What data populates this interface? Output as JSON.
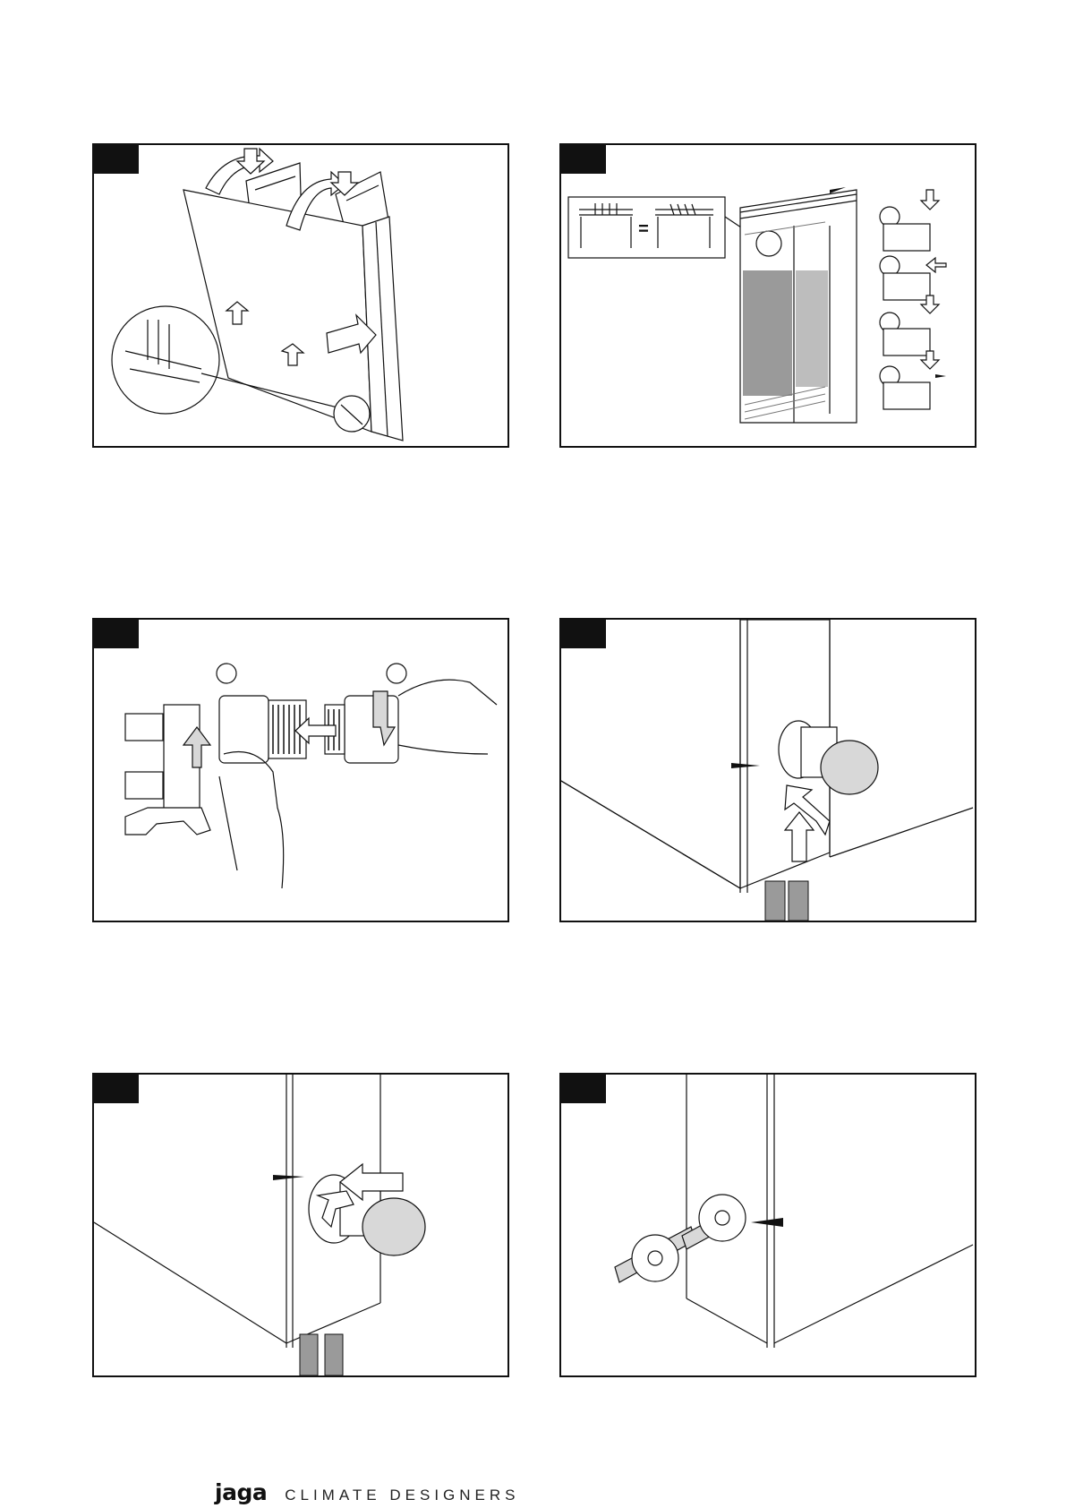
{
  "footer": {
    "brand": "jaga",
    "tagline": "CLIMATE DESIGNERS"
  },
  "panels": [
    {
      "id": "p1",
      "icon": "cover-panel-mounting-illustration"
    },
    {
      "id": "p2",
      "icon": "grille-fitting-illustration"
    },
    {
      "id": "p3",
      "icon": "valve-head-mounting-illustration"
    },
    {
      "id": "p4",
      "icon": "rosette-fitting-illustration"
    },
    {
      "id": "p5",
      "icon": "rosette-clip-illustration"
    },
    {
      "id": "p6",
      "icon": "rosette-slide-illustration"
    }
  ],
  "symbols": {
    "equals": "="
  },
  "colors": {
    "ink": "#111111",
    "tag": "#111111",
    "shade": "#9a9a9a",
    "light": "#d8d8d8"
  }
}
